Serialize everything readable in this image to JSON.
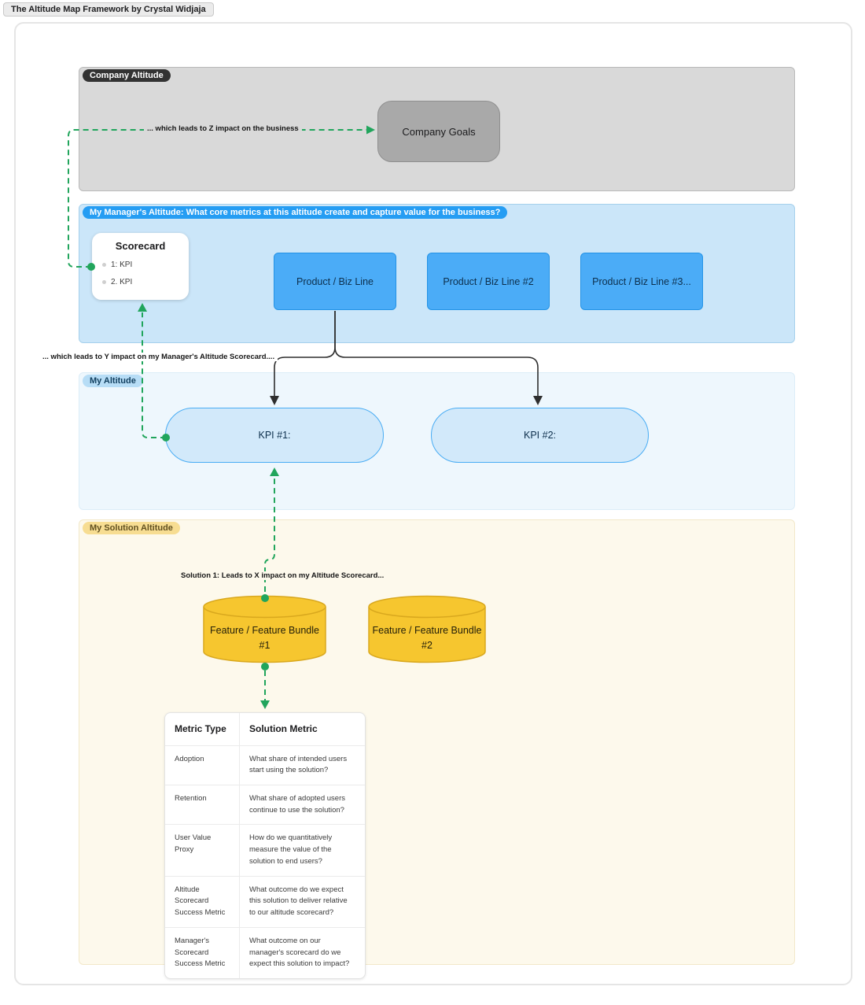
{
  "page": {
    "tag": "The Altitude Map Framework by Crystal Widjaja"
  },
  "colors": {
    "green_connector": "#21a55c",
    "black_connector": "#2e2e2e",
    "company_fill": "#d9d9d9",
    "goal_fill": "#a9a9a9",
    "manager_fill": "#cbe6f9",
    "manager_badge": "#259df3",
    "product_fill": "#4bacf7",
    "my_altitude_fill": "#eef7fd",
    "kpi_fill": "#d2e9fa",
    "solution_fill": "#fdf9ec",
    "cylinder_fill": "#f6c62f"
  },
  "sections": {
    "company": {
      "badge": "Company Altitude",
      "goal": "Company Goals"
    },
    "manager": {
      "badge": "My Manager's Altitude: What core metrics at this altitude create and capture value for the business?",
      "scorecard": {
        "title": "Scorecard",
        "items": [
          "1: KPI",
          "2. KPI"
        ]
      },
      "products": [
        "Product / Biz Line",
        "Product / Biz Line #2",
        "Product / Biz Line #3..."
      ]
    },
    "my_altitude": {
      "badge": "My Altitude",
      "kpis": [
        "KPI #1:",
        "KPI #2:"
      ]
    },
    "solution": {
      "badge": "My Solution Altitude",
      "features": [
        {
          "line1": "Feature / Feature Bundle",
          "line2": "#1"
        },
        {
          "line1": "Feature / Feature Bundle",
          "line2": "#2"
        }
      ],
      "table": {
        "headers": [
          "Metric Type",
          "Solution Metric"
        ],
        "rows": [
          [
            "Adoption",
            "What share of intended users start using the solution?"
          ],
          [
            "Retention",
            "What share of adopted users continue to use the solution?"
          ],
          [
            "User Value Proxy",
            "How do we quantitatively measure the value of the solution to end users?"
          ],
          [
            "Altitude Scorecard Success Metric",
            "What outcome do we expect this solution to deliver relative to our altitude scorecard?"
          ],
          [
            "Manager's Scorecard Success Metric",
            "What outcome on our manager's scorecard do we expect this solution to impact?"
          ]
        ]
      }
    }
  },
  "annotations": {
    "z_impact": "... which leads to Z impact on the business",
    "y_impact": "... which leads to Y impact on my Manager's Altitude Scorecard....",
    "x_impact": "Solution 1: Leads to X impact on my Altitude Scorecard..."
  }
}
